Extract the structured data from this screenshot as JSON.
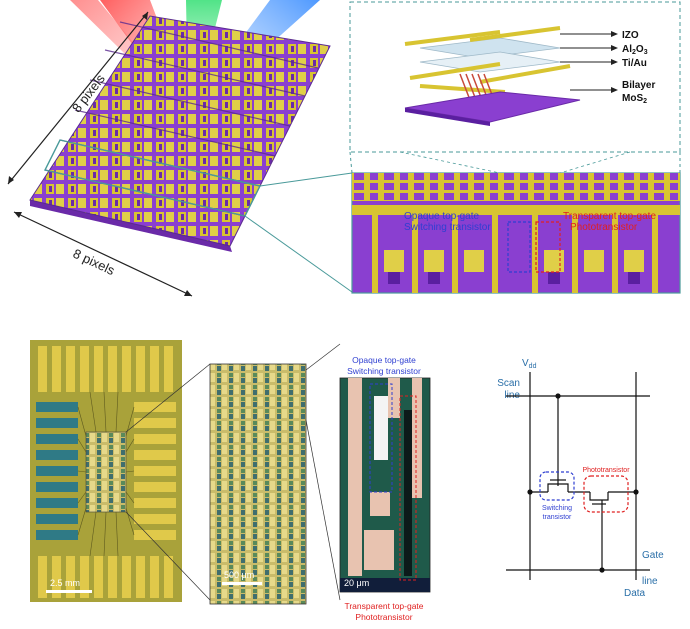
{
  "array": {
    "dim_top": "8 pixels",
    "dim_bottom": "8 pixels"
  },
  "layers": {
    "izo": "IZO",
    "al2o3_main": "Al",
    "al2o3_sub2": "2",
    "al2o3_o": "O",
    "al2o3_sub3": "3",
    "tiau": "Ti/Au",
    "bilayer": "Bilayer",
    "mos2_main": "MoS",
    "mos2_sub": "2"
  },
  "zoom_labels": {
    "opaque_l1": "Opaque top-gate",
    "opaque_l2": "Switching transistor",
    "transparent_l1": "Transparent top-gate",
    "transparent_l2": "Phototransistor"
  },
  "micro": {
    "scale_a": "2.5 mm",
    "scale_b": "500 μm",
    "scale_c": "20 μm",
    "top_l1": "Opaque top-gate",
    "top_l2": "Switching transistor",
    "bot_l1": "Transparent top-gate",
    "bot_l2": "Phototransistor"
  },
  "circuit": {
    "vdd_main": "V",
    "vdd_sub": "dd",
    "scan_l1": "Scan",
    "scan_l2": "line",
    "switch_l1": "Switching",
    "switch_l2": "transistor",
    "photo": "Phototransistor",
    "gate_l1": "Gate",
    "gate_l2": "line",
    "data": "Data"
  },
  "colors": {
    "gold": "#d8c431",
    "purple": "#8a3fd0",
    "blue_text": "#2f3fd1",
    "red_text": "#e02020",
    "teal_line": "#4a9a9a"
  }
}
